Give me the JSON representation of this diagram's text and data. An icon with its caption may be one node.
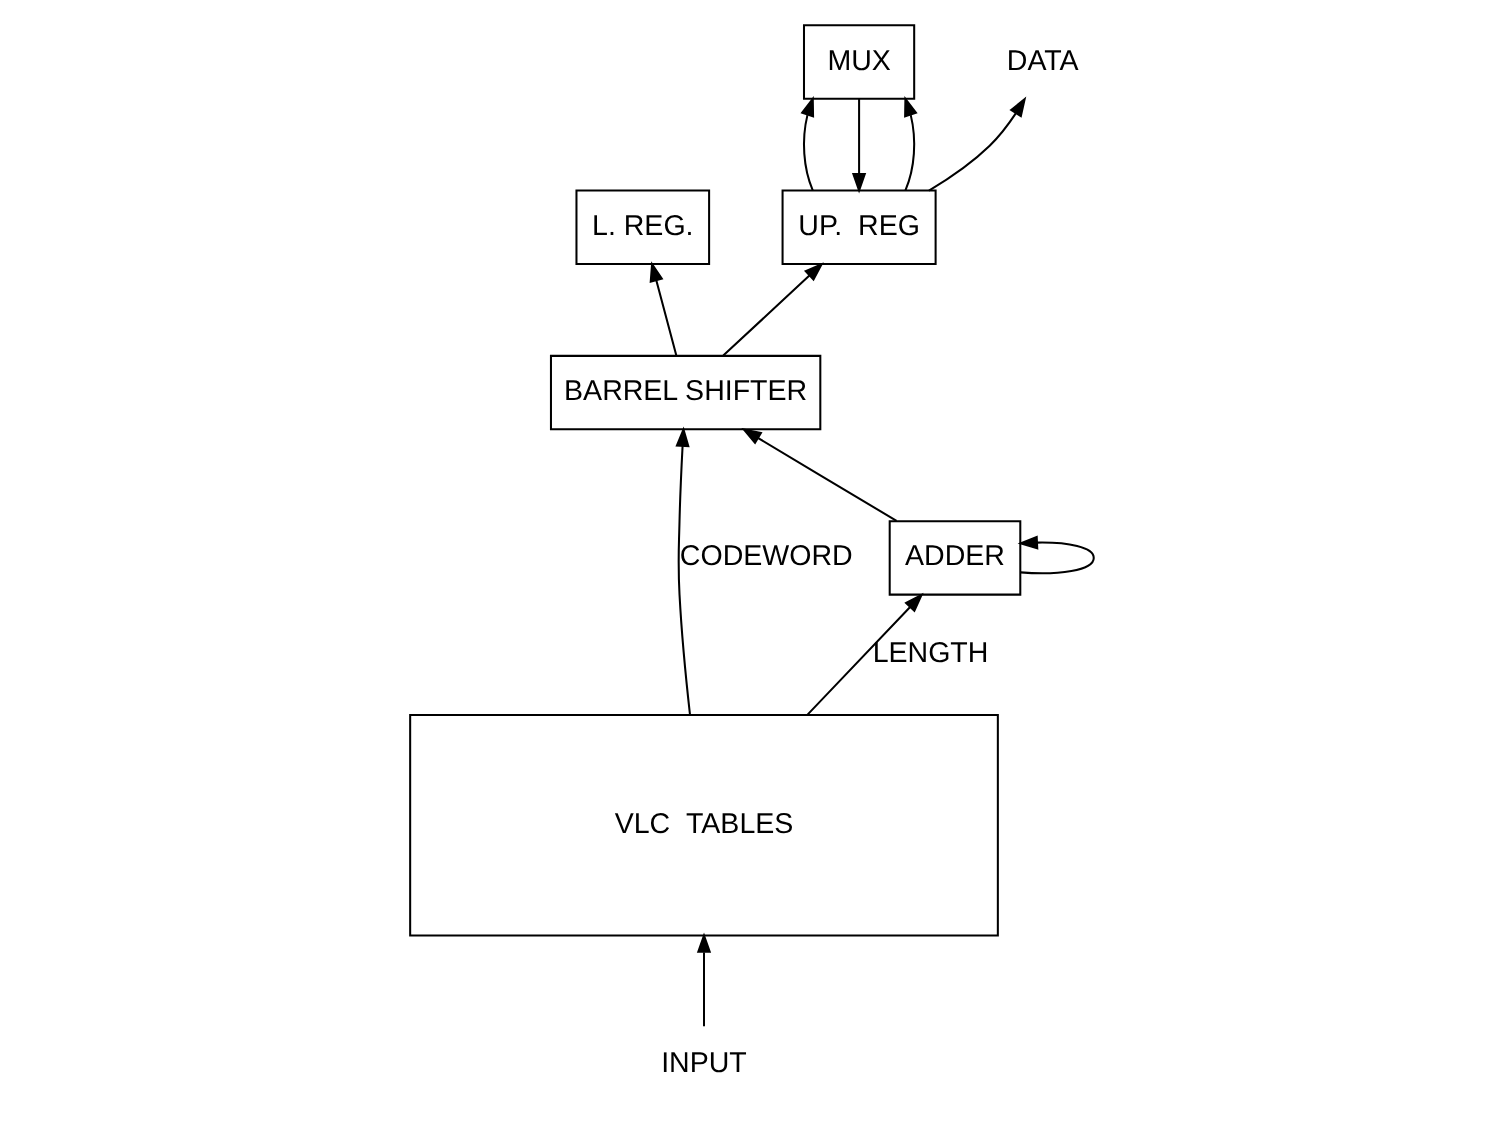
{
  "diagram": {
    "nodes": [
      {
        "text": [
          "L. REG."
        ]
      },
      {
        "text": [
          "UP.  REG"
        ]
      },
      {
        "text": [
          "MUX"
        ]
      },
      {
        "text": [
          "BARREL SHIFTER"
        ]
      },
      {
        "text": [
          "ADDER"
        ]
      },
      {
        "text": [
          "VLC  TABLES"
        ]
      },
      {
        "text": [
          "INPUT"
        ]
      },
      {
        "text": [
          "DATA"
        ]
      }
    ],
    "edges": [
      {
        "from": 6,
        "to": 5,
        "arrow": "to"
      },
      {
        "from": 5,
        "to": 3,
        "arrow": "to",
        "label": "CODEWORD"
      },
      {
        "from": 5,
        "to": 4,
        "arrow": "to",
        "label": "LENGTH"
      },
      {
        "from": 4,
        "to": 3,
        "arrow": "to"
      },
      {
        "from": 4,
        "to": 4,
        "arrow": "to"
      },
      {
        "from": 3,
        "to": 0,
        "arrow": "to"
      },
      {
        "from": 3,
        "to": 1,
        "arrow": "to"
      },
      {
        "from": 2,
        "to": 1,
        "arrow": "to"
      },
      {
        "from": 1,
        "to": 7,
        "arrow": "to"
      },
      {
        "from": 1,
        "to": 2,
        "arrow": "to"
      },
      {
        "from": 1,
        "to": 2,
        "arrow": "to"
      }
    ]
  }
}
